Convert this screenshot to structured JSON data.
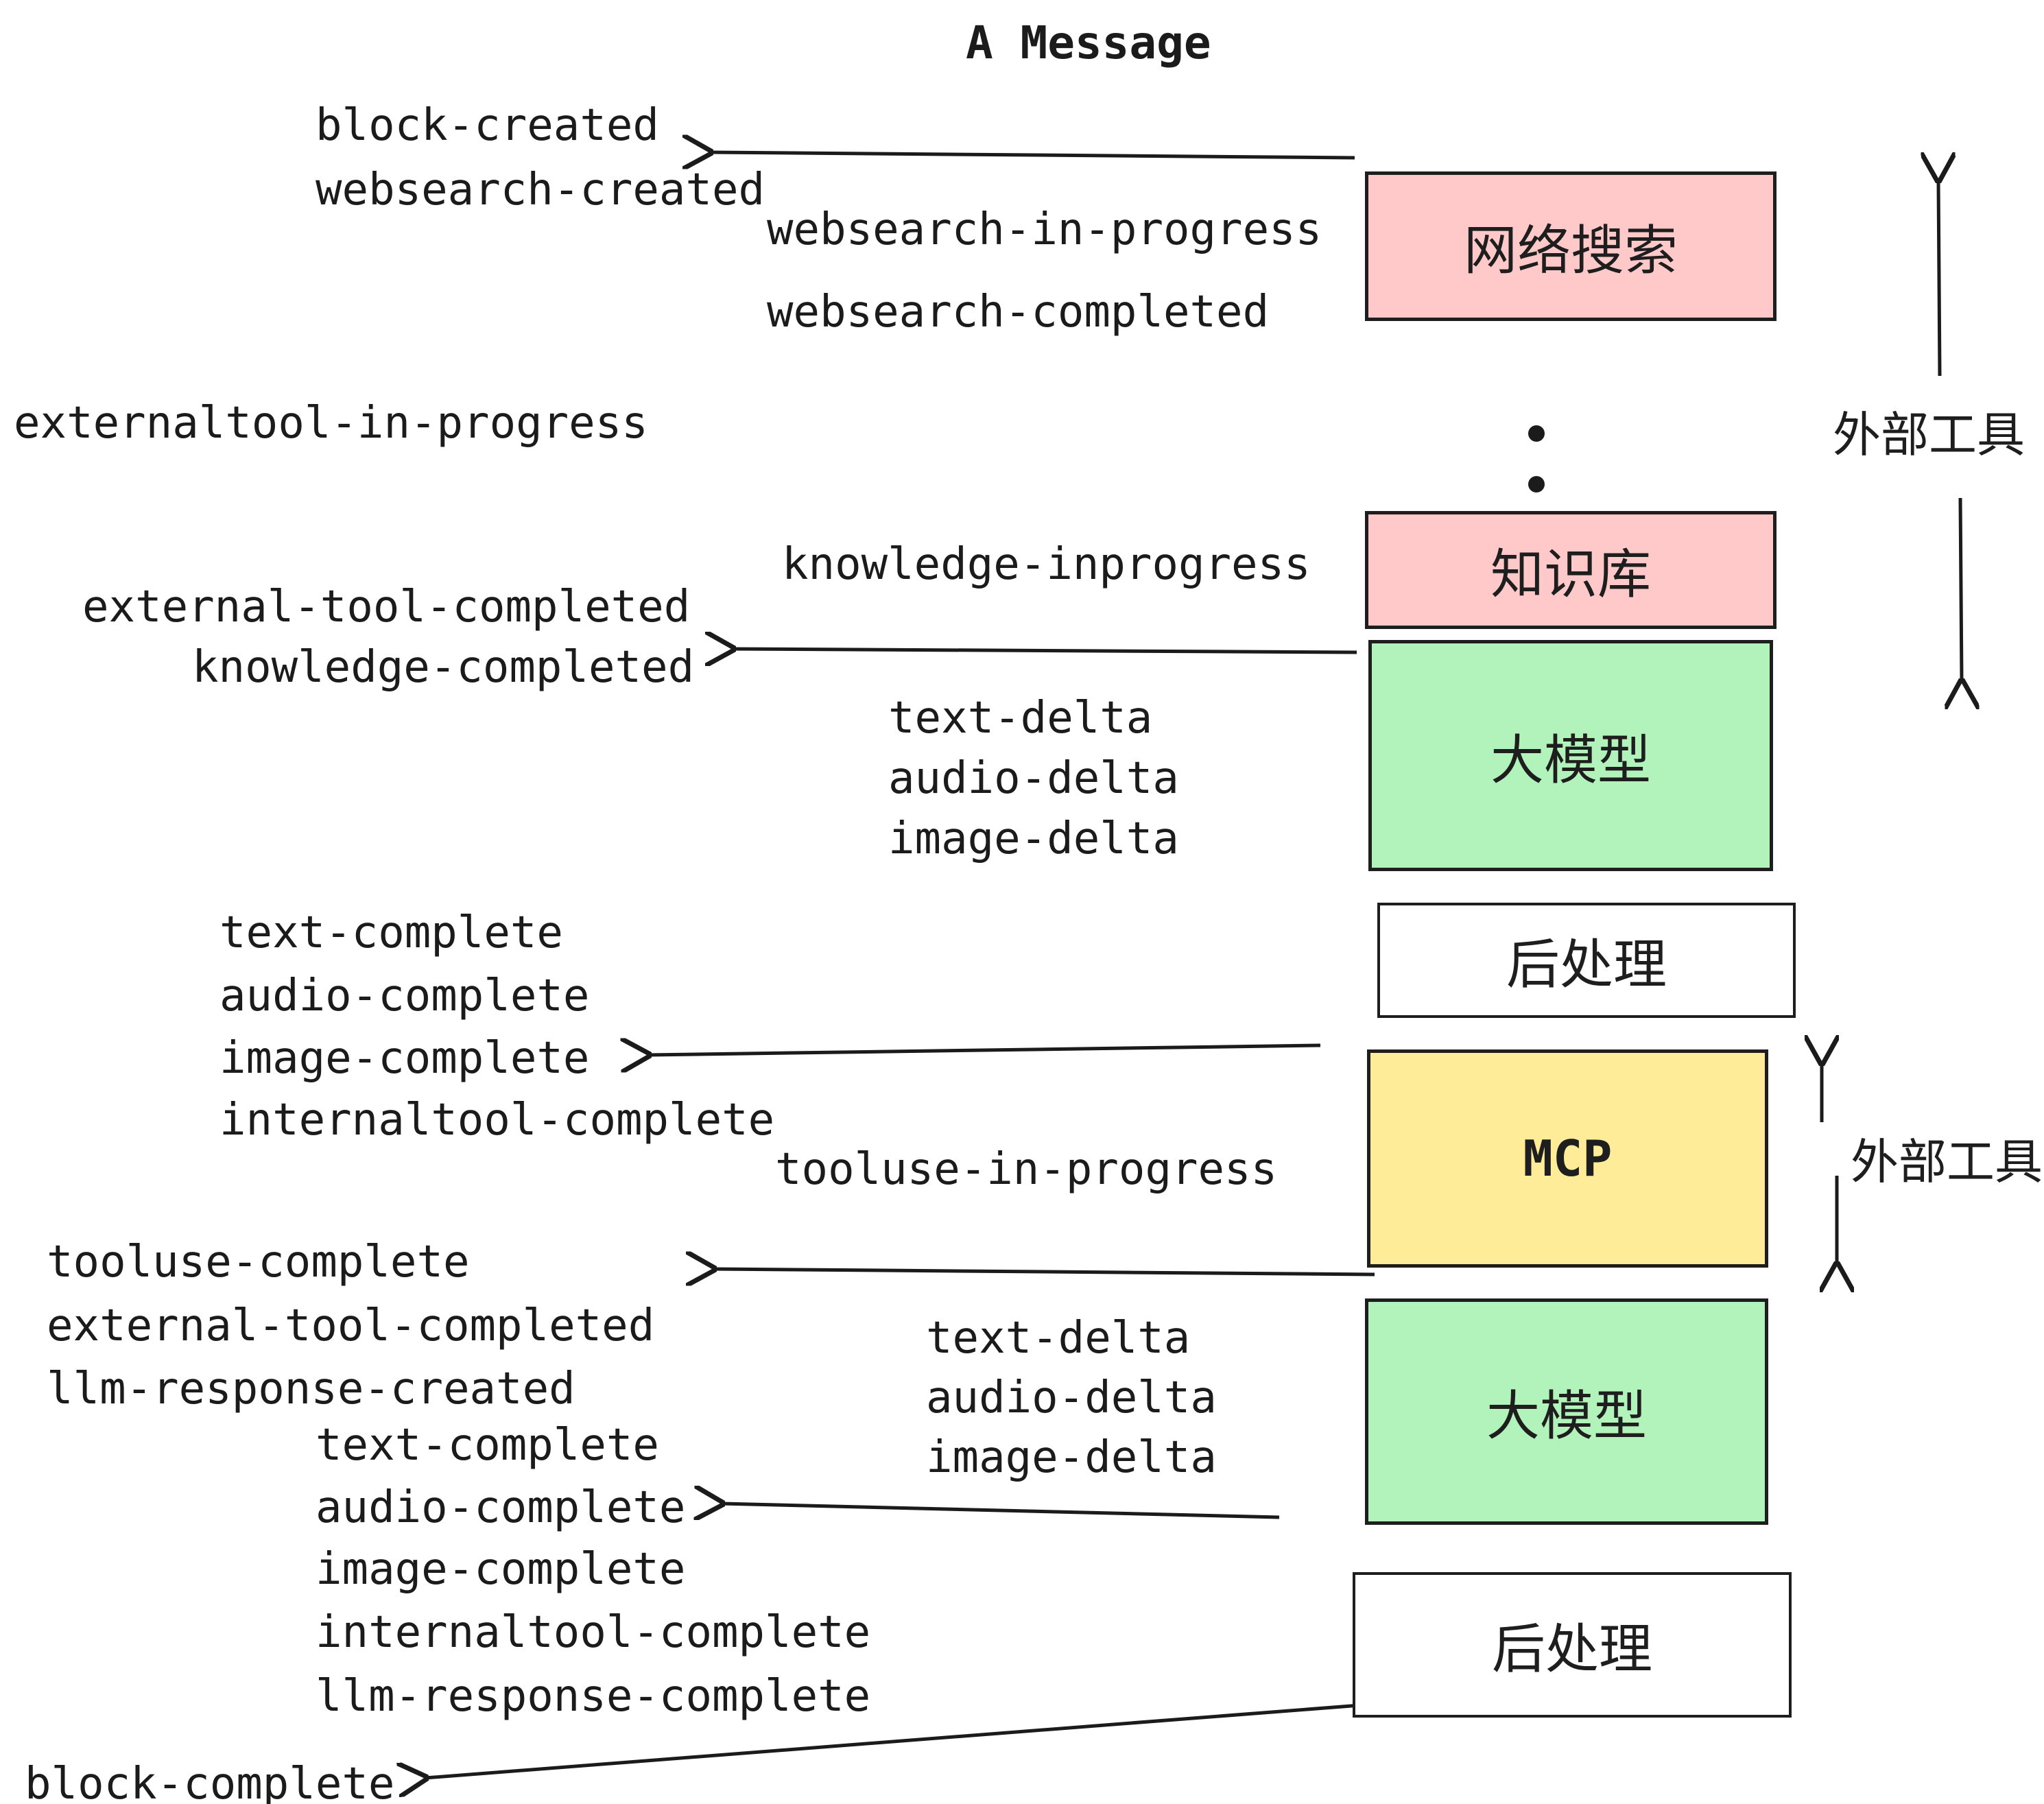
{
  "title": "A Message",
  "colors": {
    "pink_box": "#ffc9c9",
    "green_box": "#b2f2bb",
    "yellow_box": "#ffec99",
    "white_box": "#ffffff",
    "border": "#1e1e1e",
    "text": "#1b1b1b"
  },
  "boxes": {
    "websearch": {
      "label": "网络搜索"
    },
    "knowledge": {
      "label": "知识库"
    },
    "llm1": {
      "label": "大模型"
    },
    "post1": {
      "label": "后处理"
    },
    "mcp": {
      "label": "MCP"
    },
    "llm2": {
      "label": "大模型"
    },
    "post2": {
      "label": "后处理"
    }
  },
  "side_labels": {
    "external_tools_top": "外部工具",
    "external_tools_mid": "外部工具"
  },
  "events": {
    "block_created": "block-created",
    "websearch_created": "websearch-created",
    "websearch_in_progress": "websearch-in-progress",
    "websearch_completed": "websearch-completed",
    "externaltool_in_progress": "externaltool-in-progress",
    "knowledge_inprogress": "knowledge-inprogress",
    "external_tool_completed_1": "external-tool-completed",
    "knowledge_completed": "knowledge-completed",
    "text_delta_1": "text-delta",
    "audio_delta_1": "audio-delta",
    "image_delta_1": "image-delta",
    "text_complete_1": "text-complete",
    "audio_complete_1": "audio-complete",
    "image_complete_1": "image-complete",
    "internaltool_complete_1": "internaltool-complete",
    "tooluse_in_progress": "tooluse-in-progress",
    "tooluse_complete": "tooluse-complete",
    "external_tool_completed_2": "external-tool-completed",
    "llm_response_created": "llm-response-created",
    "text_complete_2": "text-complete",
    "audio_complete_2": "audio-complete",
    "image_complete_2": "image-complete",
    "internaltool_complete_2": "internaltool-complete",
    "llm_response_complete": "llm-response-complete",
    "text_delta_2": "text-delta",
    "audio_delta_2": "audio-delta",
    "image_delta_2": "image-delta",
    "block_complete": "block-complete"
  }
}
